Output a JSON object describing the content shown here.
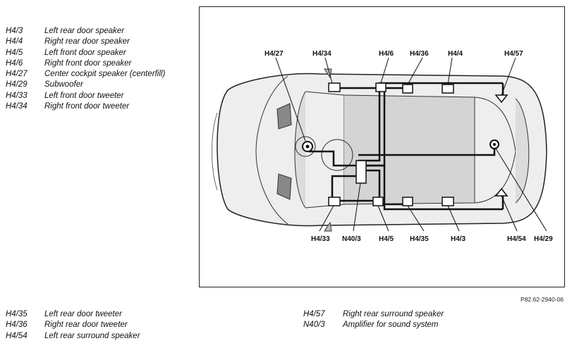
{
  "legend_top": [
    {
      "code": "H4/3",
      "desc": "Left rear door speaker"
    },
    {
      "code": "H4/4",
      "desc": "Right rear door speaker"
    },
    {
      "code": "H4/5",
      "desc": "Left front door speaker"
    },
    {
      "code": "H4/6",
      "desc": "Right front door speaker"
    },
    {
      "code": "H4/27",
      "desc": "Center cockpit speaker (centerfill)"
    },
    {
      "code": "H4/29",
      "desc": "Subwoofer"
    },
    {
      "code": "H4/33",
      "desc": "Left front door tweeter"
    },
    {
      "code": "H4/34",
      "desc": "Right front door tweeter"
    }
  ],
  "legend_bottom_left": [
    {
      "code": "H4/35",
      "desc": "Left rear door tweeter"
    },
    {
      "code": "H4/36",
      "desc": "Right rear door tweeter"
    },
    {
      "code": "H4/54",
      "desc": "Left rear surround speaker"
    }
  ],
  "legend_bottom_right": [
    {
      "code": "H4/57",
      "desc": "Right rear surround speaker"
    },
    {
      "code": "N40/3",
      "desc": "Amplifier for sound system"
    }
  ],
  "diagram": {
    "labels_top": [
      "H4/27",
      "H4/34",
      "H4/6",
      "H4/36",
      "H4/4",
      "H4/57"
    ],
    "labels_bottom": [
      "H4/33",
      "N40/3",
      "H4/5",
      "H4/35",
      "H4/3",
      "H4/54",
      "H4/29"
    ]
  },
  "reference": "P82.62-2940-06"
}
